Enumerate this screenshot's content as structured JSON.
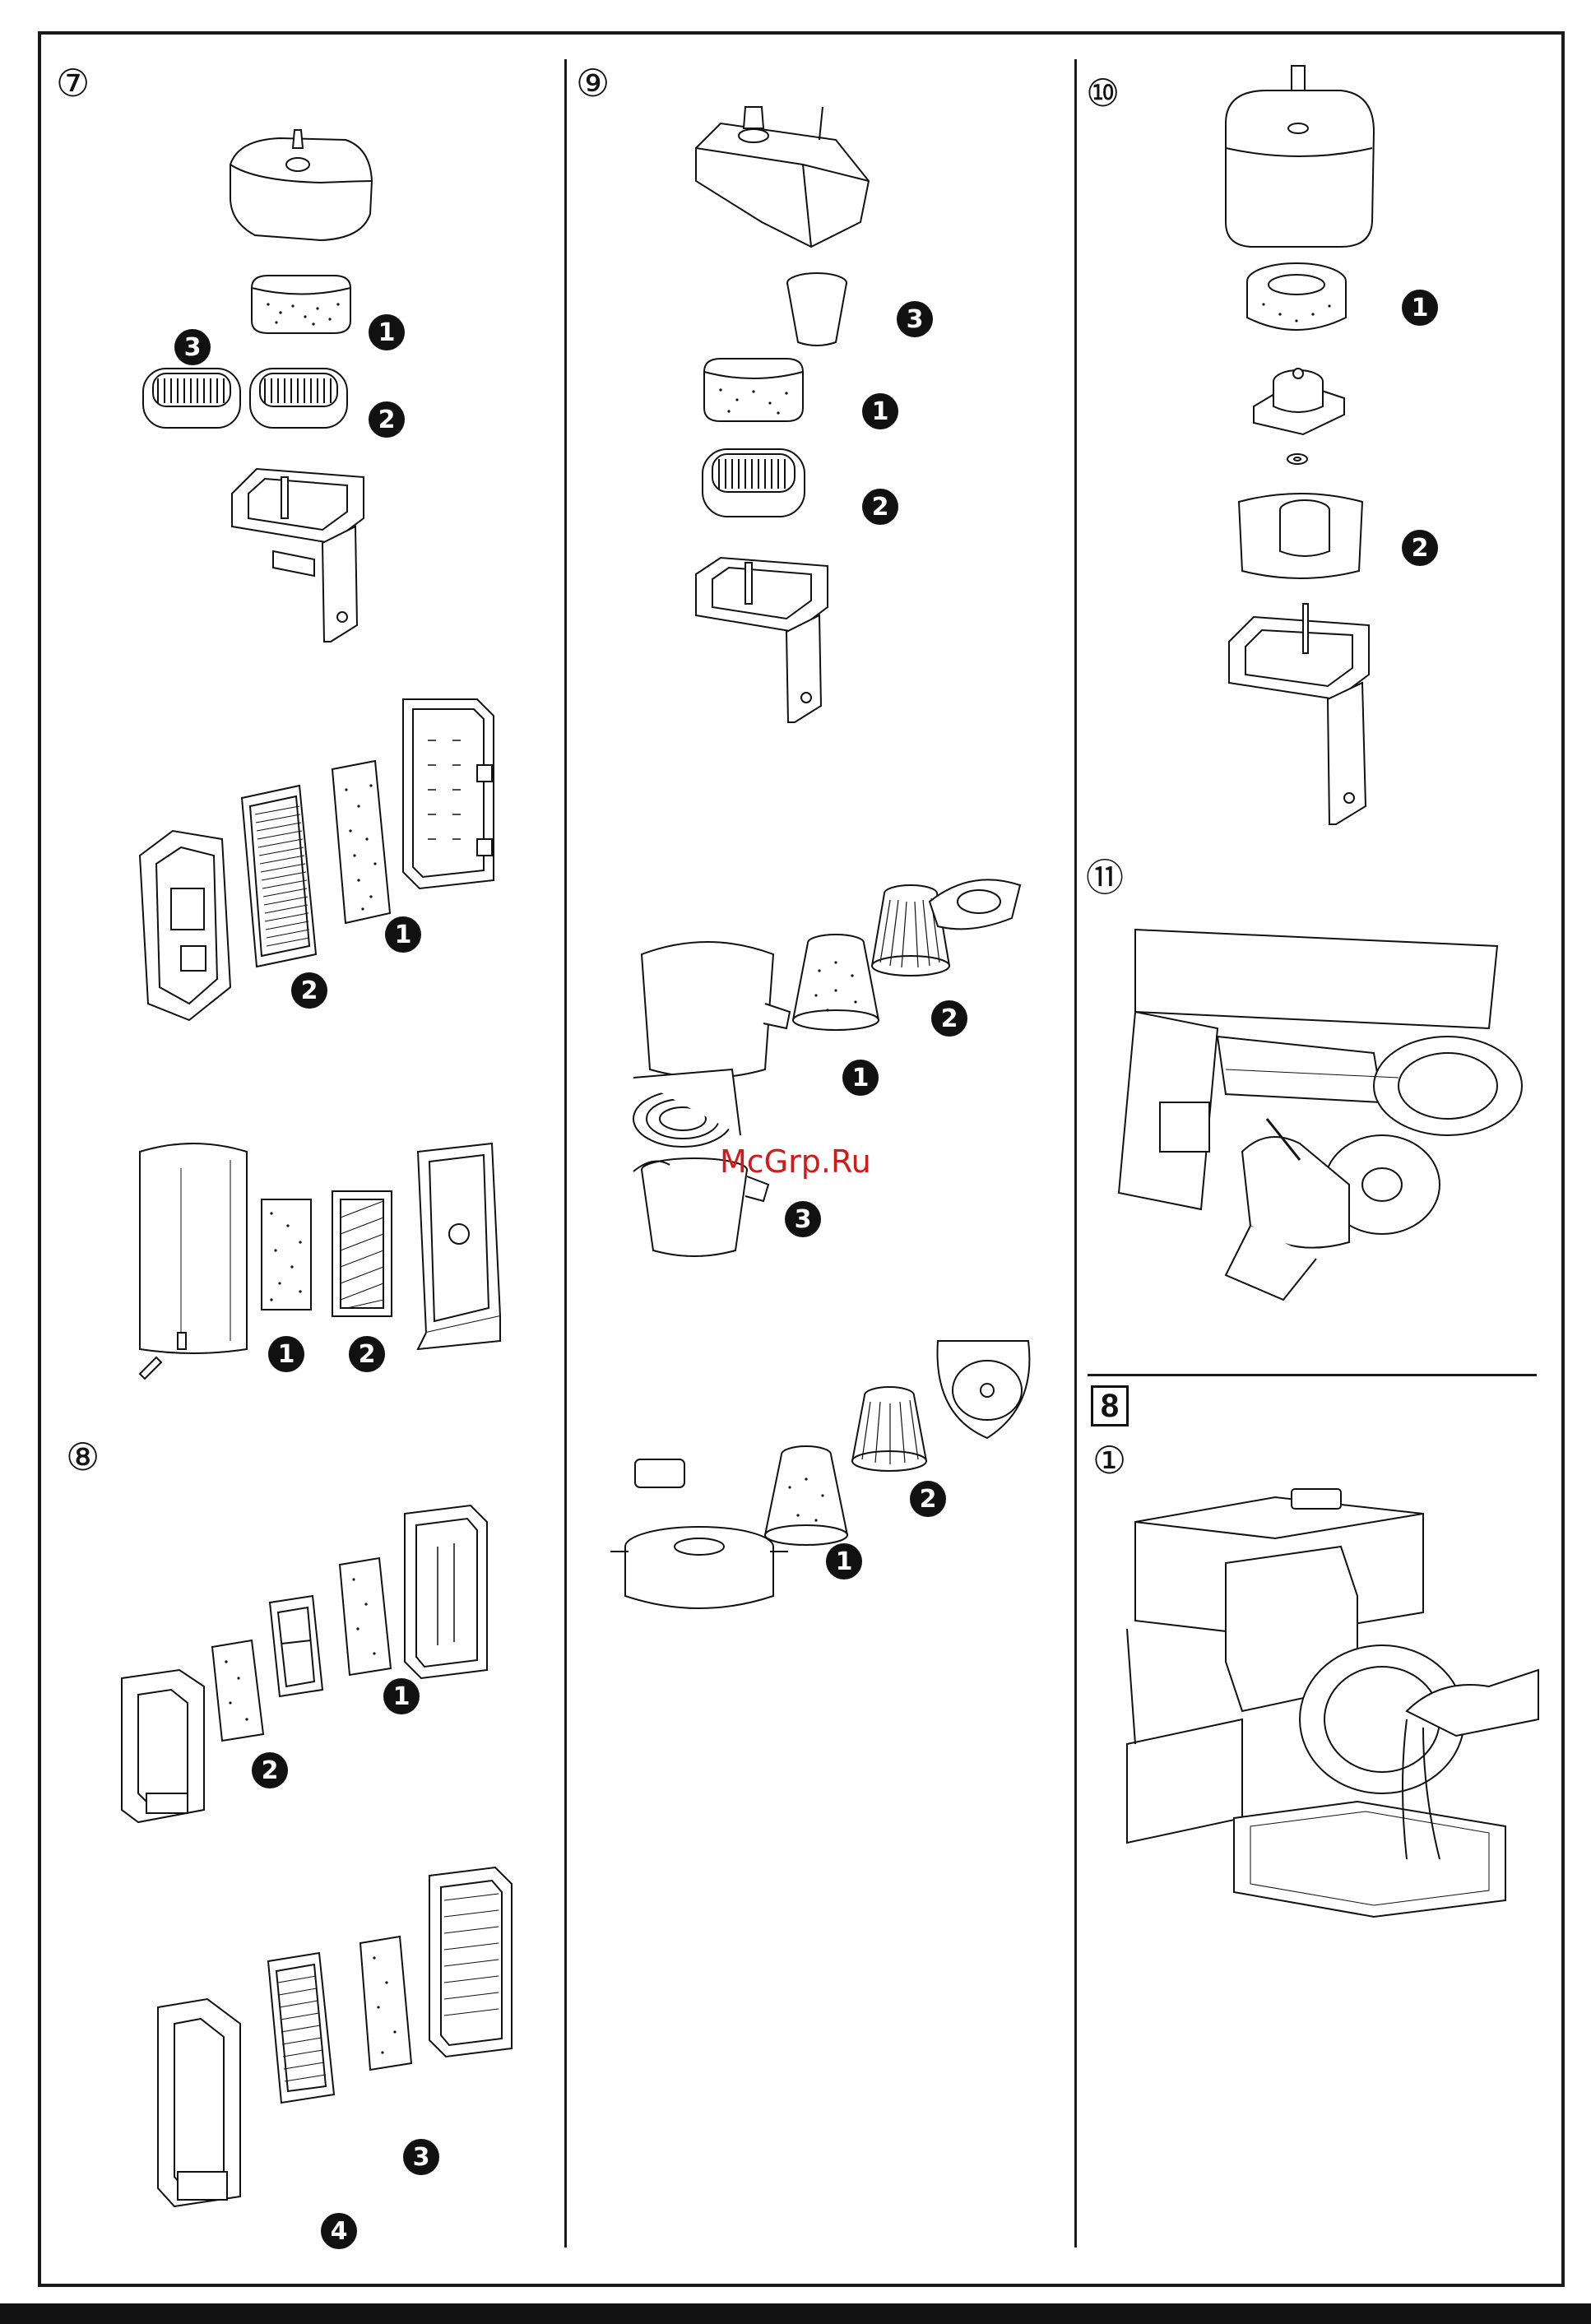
{
  "page": {
    "section_labels": {
      "s7": "⑦",
      "s8": "⑧",
      "s9": "⑨",
      "s10": "⑩",
      "s11": "⑪",
      "section8_box": "8",
      "section8_sub": "①"
    },
    "callouts": {
      "c1": "1",
      "c2": "2",
      "c3": "3",
      "c4": "4"
    },
    "watermark": "McGrp.Ru"
  }
}
